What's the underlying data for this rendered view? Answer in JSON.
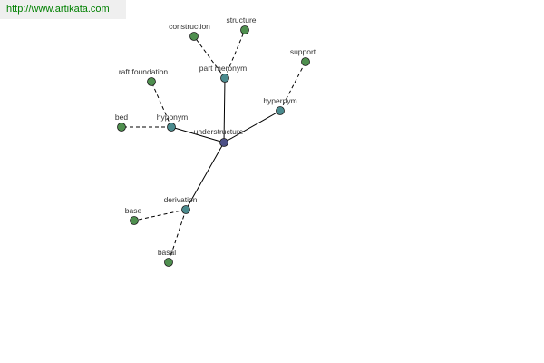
{
  "header": {
    "url": "http://www.artikata.com"
  },
  "colors": {
    "root": "#4b4f86",
    "relation": "#4b8b8e",
    "leaf": "#4f8f4f",
    "edge": "#000000",
    "label": "#333333"
  },
  "graph": {
    "root": {
      "id": "understructure",
      "label": "understructure"
    },
    "relations": [
      {
        "id": "part-meronym",
        "label": "part meronym",
        "children": [
          "construction",
          "structure"
        ]
      },
      {
        "id": "hypernym",
        "label": "hypernym",
        "children": [
          "support"
        ]
      },
      {
        "id": "hyponym",
        "label": "hyponym",
        "children": [
          "raft foundation",
          "bed"
        ]
      },
      {
        "id": "derivation",
        "label": "derivation",
        "children": [
          "base",
          "basal"
        ]
      }
    ]
  }
}
